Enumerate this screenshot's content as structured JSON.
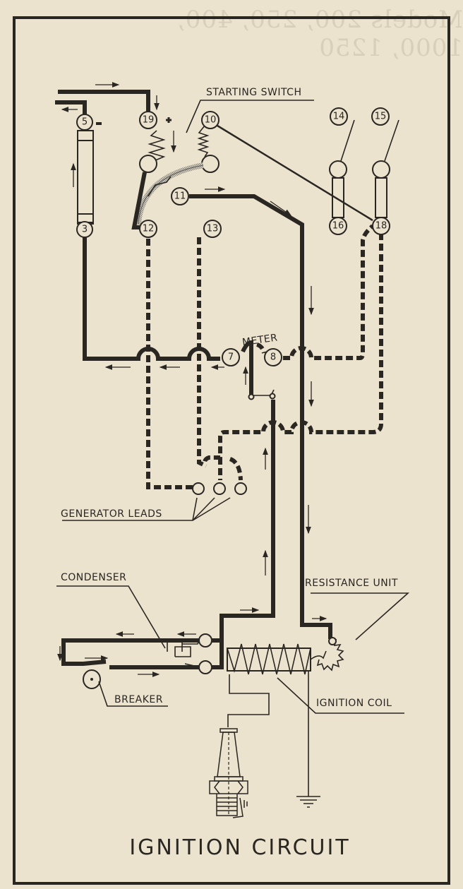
{
  "bleed_through_text": "Models 200, 250, 400, 1000, 1250",
  "title": "IGNITION CIRCUIT",
  "colors": {
    "paper": "#ece3cf",
    "ink": "#2a2622",
    "ghost": "#d8cfbb"
  },
  "labels": {
    "starting_switch": "STARTING SWITCH",
    "meter": "METER",
    "generator_leads": "GENERATOR LEADS",
    "condenser": "CONDENSER",
    "resistance_unit": "RESISTANCE UNIT",
    "breaker": "BREAKER",
    "ignition_coil": "IGNITION COIL"
  },
  "terminals": {
    "t5": "5",
    "t19": "19",
    "t10": "10",
    "t14": "14",
    "t15": "15",
    "t11": "11",
    "t3": "3",
    "t12": "12",
    "t13": "13",
    "t16": "16",
    "t18": "18",
    "t7": "7",
    "t8": "8"
  },
  "polarity": {
    "positive": "+",
    "negative": "-"
  }
}
